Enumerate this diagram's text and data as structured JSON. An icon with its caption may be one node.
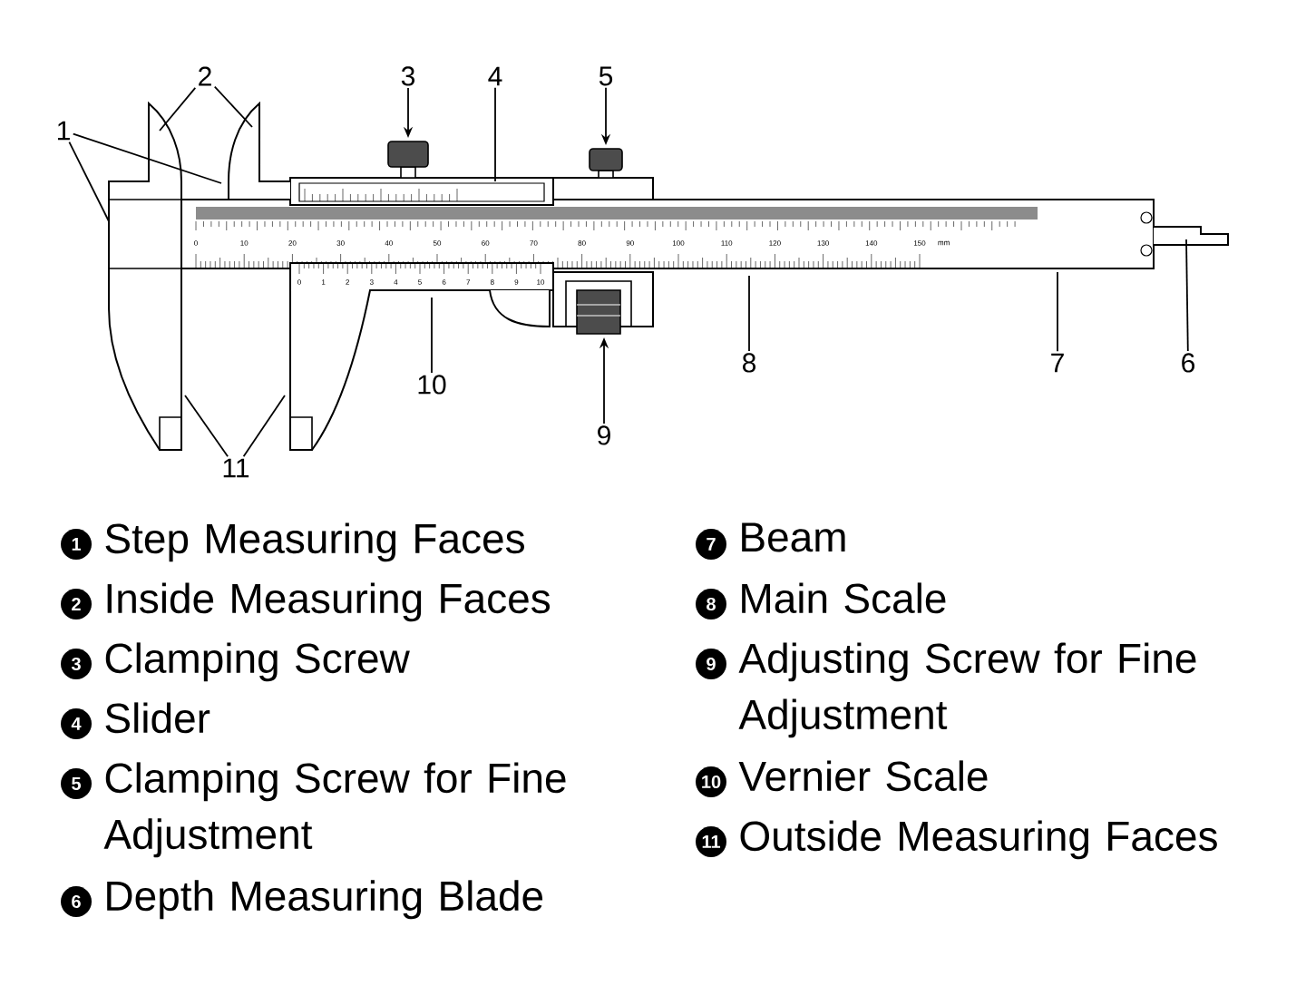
{
  "diagram": {
    "nodes": [
      {
        "text": [
          "1"
        ]
      },
      {
        "text": [
          "2"
        ]
      },
      {
        "text": [
          "3"
        ]
      },
      {
        "text": [
          "4"
        ]
      },
      {
        "text": [
          "5"
        ]
      },
      {
        "text": [
          "6"
        ]
      },
      {
        "text": [
          "7"
        ]
      },
      {
        "text": [
          "8"
        ]
      },
      {
        "text": [
          "9"
        ]
      },
      {
        "text": [
          "10"
        ]
      },
      {
        "text": [
          "11"
        ]
      }
    ],
    "edges": [
      {
        "from": 0,
        "to": null,
        "arrow": "none"
      },
      {
        "from": 0,
        "to": null,
        "arrow": "none"
      },
      {
        "from": 1,
        "to": null,
        "arrow": "none"
      },
      {
        "from": 1,
        "to": null,
        "arrow": "none"
      },
      {
        "from": 2,
        "to": null,
        "arrow": "to"
      },
      {
        "from": 3,
        "to": null,
        "arrow": "none"
      },
      {
        "from": 4,
        "to": null,
        "arrow": "to"
      },
      {
        "from": 5,
        "to": null,
        "arrow": "none"
      },
      {
        "from": 6,
        "to": null,
        "arrow": "none"
      },
      {
        "from": 7,
        "to": null,
        "arrow": "none"
      },
      {
        "from": 8,
        "to": null,
        "arrow": "to"
      },
      {
        "from": 9,
        "to": null,
        "arrow": "none"
      },
      {
        "from": 10,
        "to": null,
        "arrow": "none"
      },
      {
        "from": 10,
        "to": null,
        "arrow": "none"
      }
    ],
    "labels": [
      "1",
      "Step Measuring Faces",
      "2",
      "Inside Measuring Faces",
      "3",
      "Clamping Screw",
      "4",
      "Slider",
      "5",
      "Clamping Screw for Fine Adjustment",
      "6",
      "Depth Measuring Blade",
      "7",
      "Beam",
      "8",
      "Main Scale",
      "9",
      "Adjusting Screw for Fine Adjustment",
      "10",
      "Vernier Scale",
      "11",
      "Outside Measuring Faces",
      "0",
      "10",
      "20",
      "30",
      "40",
      "50",
      "60",
      "70",
      "80",
      "90",
      "100",
      "110",
      "120",
      "130",
      "140",
      "150",
      "mm",
      "0",
      "1",
      "2",
      "3",
      "4",
      "5",
      "6",
      "7",
      "8",
      "9",
      "10"
    ]
  }
}
